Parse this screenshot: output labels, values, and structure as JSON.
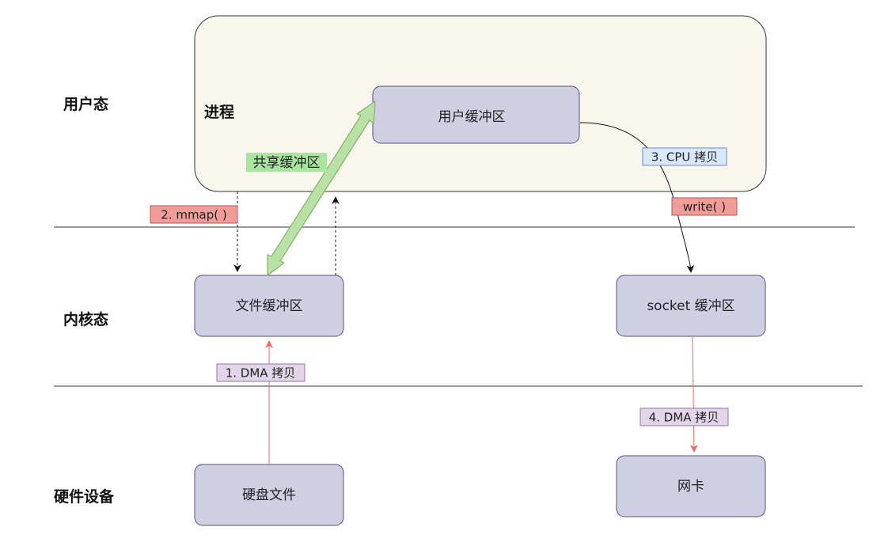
{
  "layers": {
    "user": "用户态",
    "kernel": "内核态",
    "hardware": "硬件设备"
  },
  "process_label": "进程",
  "boxes": {
    "user_buffer": "用户缓冲区",
    "file_buffer": "文件缓冲区",
    "socket_buffer": "socket 缓冲区",
    "disk_file": "硬盘文件",
    "nic": "网卡"
  },
  "tags": {
    "shared_buffer": "共享缓冲区",
    "mmap": "2. mmap( )",
    "cpu_copy": "3. CPU 拷贝",
    "write": "write( )",
    "dma_copy_1": "1. DMA 拷贝",
    "dma_copy_4": "4. DMA 拷贝"
  },
  "colors": {
    "process_fill": "#f9f7ed",
    "box_fill": "#d0cee2",
    "box_stroke": "#56517e",
    "shared_fill": "#a8e6a0",
    "shared_arrow": "#b9e0a5",
    "red_tag_fill": "#f19c99",
    "purple_tag_fill": "#e1d5e7",
    "blue_tag_fill": "#dae8fc",
    "dma_arrow": "#ea6b66"
  }
}
